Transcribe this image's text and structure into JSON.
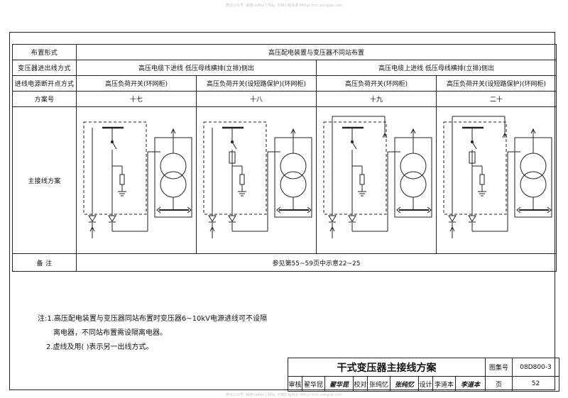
{
  "watermark": {
    "top": "微信公众号: 赫建rsoftal | 网站: 天赫工程资源 666yz.fyzz.wangda.com",
    "bottom": "微信公众号: 赫建rsoftal | 网站: 天赫工程资源 666yz.fyzz.wangda.com"
  },
  "table": {
    "row_layout": {
      "label": "布置形式",
      "value": "高压配电装置与变压器不同站布置"
    },
    "row_entry": {
      "label": "变压器进出线方式",
      "left": "高压电缆下进线  低压母线横排(立排)侧出",
      "right": "高压电缆上进线  低压母线横排(立排)侧出"
    },
    "row_switch": {
      "label": "进线电源断开点方式",
      "cells": [
        "高压负荷开关(环网柜)",
        "高压负荷开关(设短路保护)(环网柜)",
        "高压负荷开关(环网柜)",
        "高压负荷开关(设短路保护)(环网柜)"
      ]
    },
    "row_scheme": {
      "label": "方案号",
      "cells": [
        "十七",
        "十八",
        "十九",
        "二十"
      ]
    },
    "row_diagram": {
      "label": "主接线方案"
    },
    "row_remark": {
      "label": "备        注",
      "value": "参见第55~59页中示意22~25"
    }
  },
  "notes": {
    "line1": "注:1.高压配电装置与变压器同站布置时变压器6~10kV电源进线可不设隔",
    "line2": "离电器，不同站布置需设隔离电器。",
    "line3": "2.虚线及用( )表示另一出线方式。"
  },
  "titleblock": {
    "title": "干式变压器主接线方案",
    "atlas_label": "图集号",
    "atlas_no": "08D800-3",
    "review_label": "审核",
    "reviewer": "翟华昆",
    "reviewer_sig": "翟华昆",
    "check_label": "校对",
    "checker": "张纯忆",
    "checker_sig": "张纯忆",
    "design_label": "设计",
    "designer": "李道本",
    "designer_sig": "李道本",
    "page_label": "页",
    "page_no": "52"
  },
  "diagrams": [
    {
      "scheme": "十七",
      "entry": "bottom",
      "protection": false
    },
    {
      "scheme": "十八",
      "entry": "bottom",
      "protection": true
    },
    {
      "scheme": "十九",
      "entry": "top",
      "protection": false
    },
    {
      "scheme": "二十",
      "entry": "top",
      "protection": true
    }
  ]
}
